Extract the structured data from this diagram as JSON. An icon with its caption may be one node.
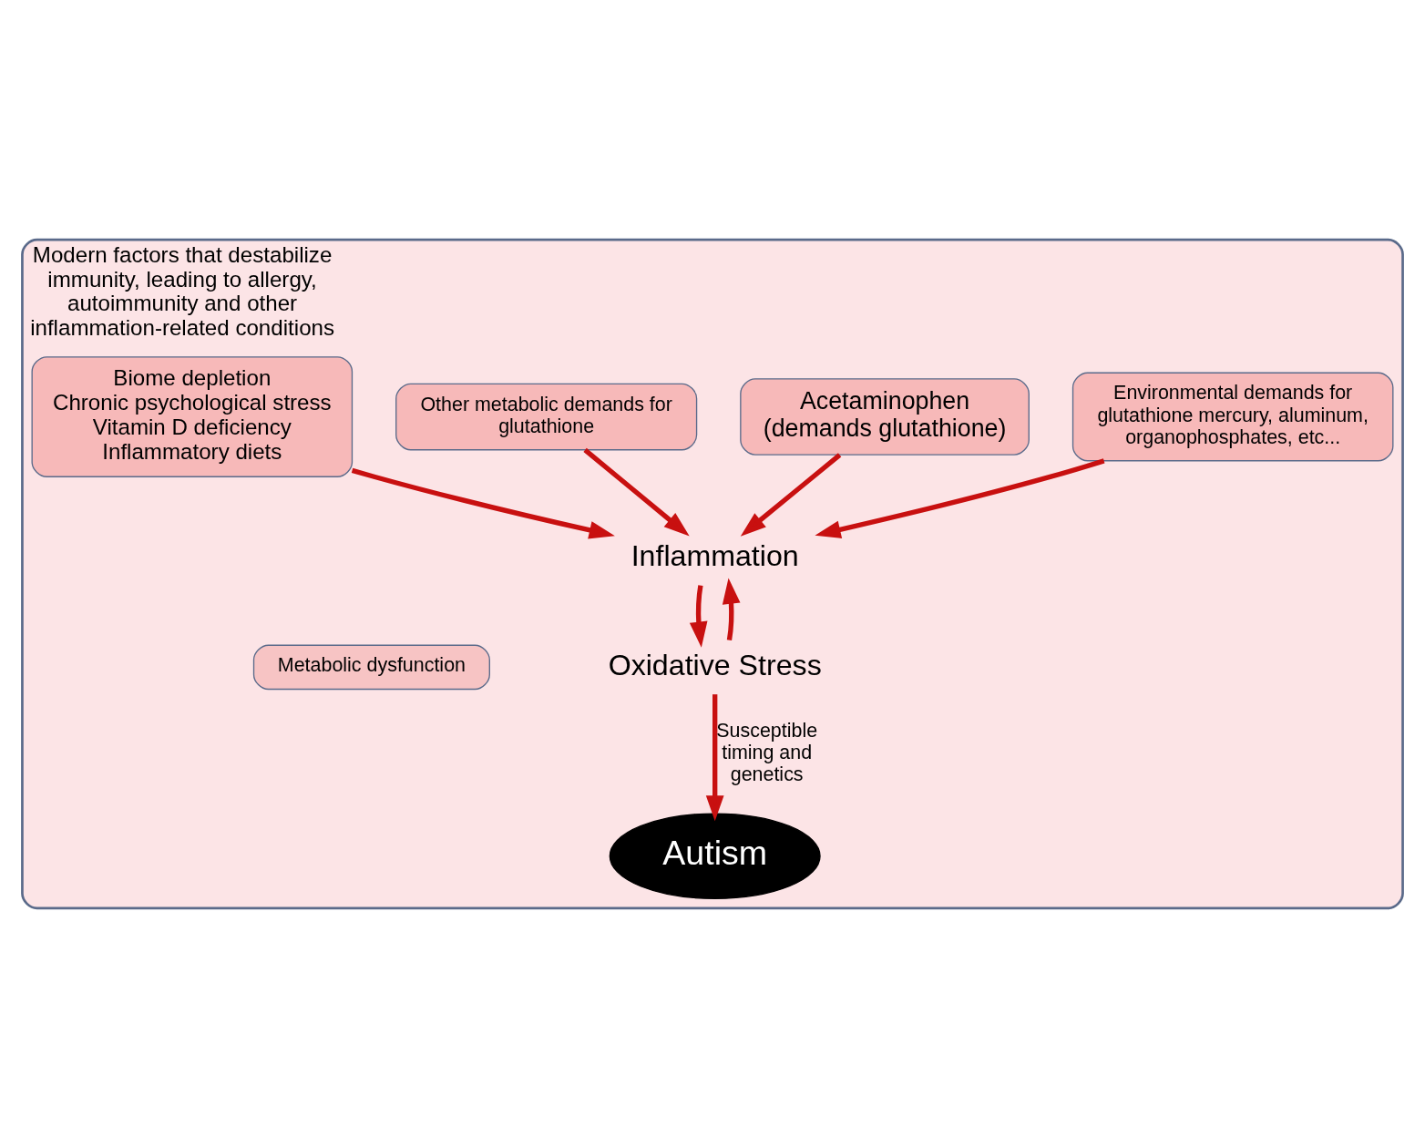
{
  "diagram": {
    "nodes": [
      {
        "text": [
          "Modern factors that destabilize immunity, leading to allergy, autoimmunity and other inflammation-related conditions"
        ]
      },
      {
        "text": [
          "Environmental demands for glutathione mercury, aluminum, organophosphates, etc..."
        ],
        "in": 0
      },
      {
        "text": [
          "Acetaminophen",
          "(demands glutathione)"
        ],
        "in": 0
      },
      {
        "text": [
          "Other metabolic demands for glutathione"
        ],
        "in": 0
      },
      {
        "text": [
          "Biome depletion",
          "Chronic psychological stress",
          "Vitamin D deficiency",
          "Inflammatory diets"
        ],
        "in": 0
      },
      {
        "text": [
          "Inflammation"
        ],
        "in": 0
      },
      {
        "text": [
          "Metabolic dysfunction"
        ],
        "in": 0
      },
      {
        "text": [
          "Oxidative Stress"
        ],
        "in": 0
      },
      {
        "text": [
          "Autism"
        ],
        "in": 0
      }
    ],
    "edges": [
      {
        "from": 4,
        "to": 5,
        "arrow": "to"
      },
      {
        "from": 2,
        "to": 5,
        "arrow": "to"
      },
      {
        "from": 1,
        "to": 5,
        "arrow": "to"
      },
      {
        "from": 3,
        "to": 5,
        "arrow": "to"
      },
      {
        "from": 7,
        "to": 5,
        "arrow": "to"
      },
      {
        "from": 5,
        "to": 7,
        "arrow": "to"
      },
      {
        "from": 7,
        "to": 8,
        "label": "Susceptible timing and genetics",
        "arrow": "to"
      }
    ]
  }
}
